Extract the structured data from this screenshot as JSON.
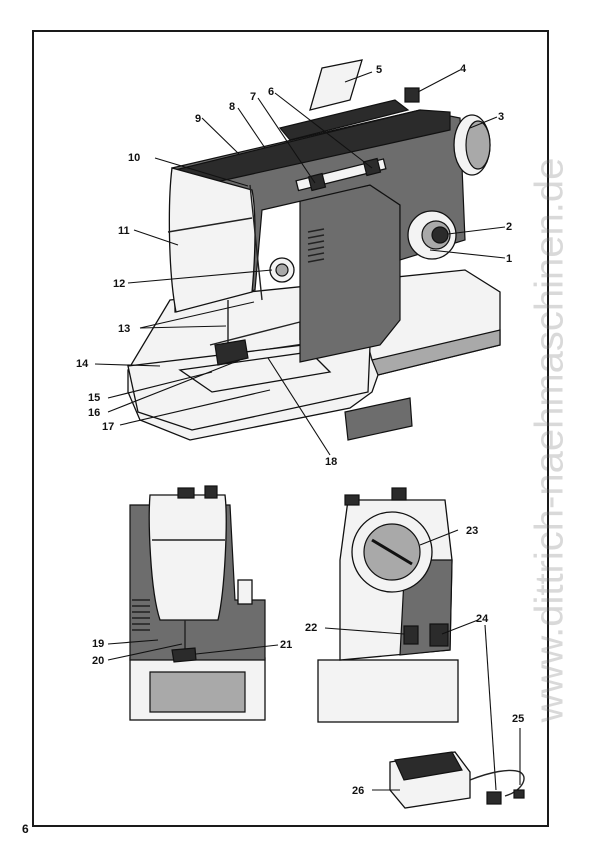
{
  "page": {
    "number": "6"
  },
  "watermark": {
    "text": "www.dittrich-naehmaschinen.de",
    "color": "#8a8a8a"
  },
  "callouts": {
    "c1": "1",
    "c2": "2",
    "c3": "3",
    "c4": "4",
    "c5": "5",
    "c6": "6",
    "c7": "7",
    "c8": "8",
    "c9": "9",
    "c10": "10",
    "c11": "11",
    "c12": "12",
    "c13": "13",
    "c14": "14",
    "c15": "15",
    "c16": "16",
    "c17": "17",
    "c18": "18",
    "c19": "19",
    "c20": "20",
    "c21": "21",
    "c22": "22",
    "c23": "23",
    "c24": "24",
    "c25": "25",
    "c26": "26"
  }
}
